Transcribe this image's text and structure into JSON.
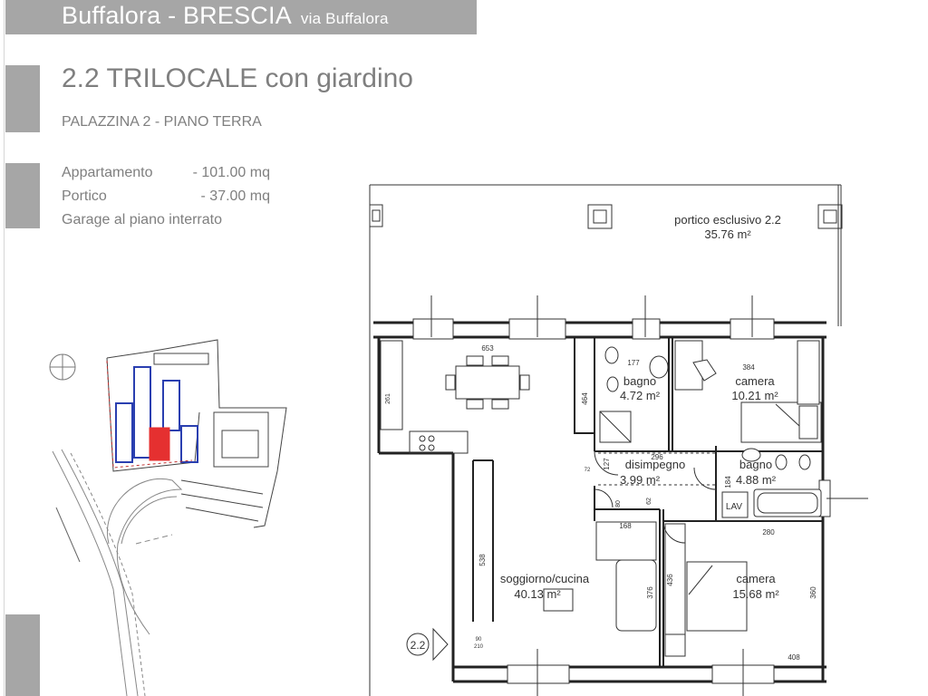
{
  "header": {
    "title": "Buffalora - BRESCIA",
    "subtitle": "via Buffalora"
  },
  "unit": {
    "title": "2.2 TRILOCALE con giardino",
    "location": "PALAZZINA 2 - PIANO TERRA",
    "areas": [
      {
        "label": "Appartamento",
        "value": "- 101.00 mq"
      },
      {
        "label": "Portico",
        "value": "-   37.00 mq"
      },
      {
        "label": "Garage al piano interrato",
        "value": ""
      }
    ]
  },
  "plan": {
    "rooms": {
      "portico": {
        "name": "portico esclusivo 2.2",
        "area": "35.76 m²"
      },
      "bagno1": {
        "name": "bagno",
        "area": "4.72 m²"
      },
      "camera1": {
        "name": "camera",
        "area": "10.21 m²"
      },
      "disimpegno": {
        "name": "disimpegno",
        "area": "3.99 m²"
      },
      "bagno2": {
        "name": "bagno",
        "area": "4.88 m²"
      },
      "soggiorno": {
        "name": "soggiorno/cucina",
        "area": "40.13 m²"
      },
      "camera2": {
        "name": "camera",
        "area": "15.68 m²"
      }
    },
    "dimensions": {
      "d653": "653",
      "d177": "177",
      "d384": "384",
      "d464": "464",
      "d296": "296",
      "d127": "127",
      "d184": "184",
      "d168": "168",
      "d280": "280",
      "d538": "538",
      "d376": "376",
      "d436": "436",
      "d360": "360",
      "d408": "408",
      "d261": "261",
      "d80": "80",
      "d62": "62",
      "d90": "90",
      "d210": "210",
      "d72": "72"
    },
    "unit_tag": "2.2",
    "lav_label": "LAV"
  }
}
